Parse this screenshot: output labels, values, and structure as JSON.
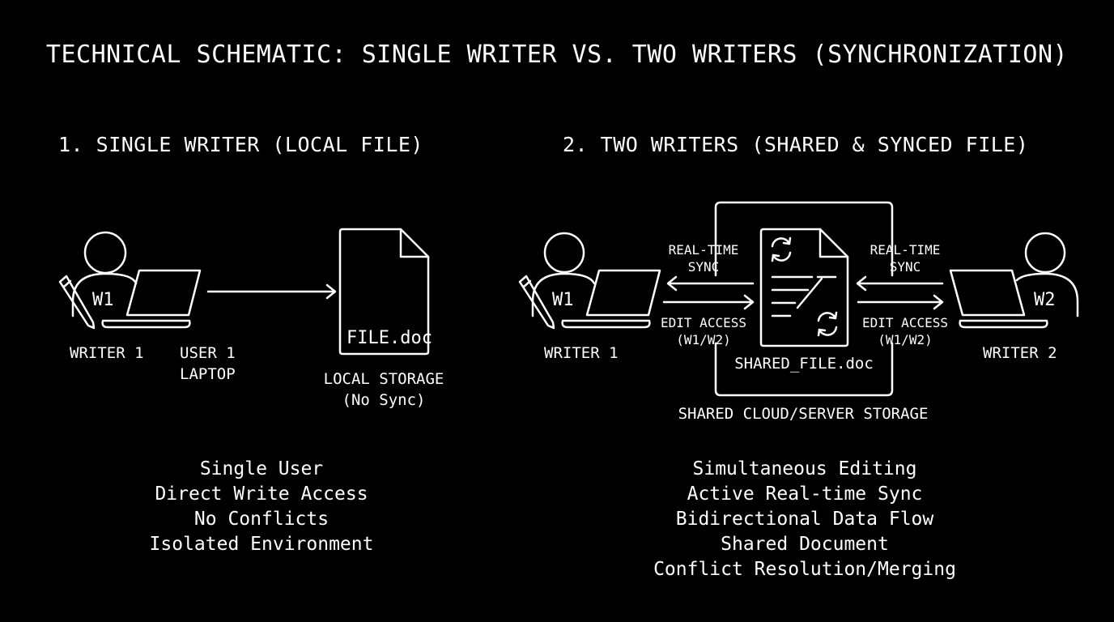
{
  "title": "TECHNICAL SCHEMATIC: SINGLE WRITER VS. TWO WRITERS (SYNCHRONIZATION)",
  "left": {
    "heading": "1. SINGLE WRITER (LOCAL FILE)",
    "writer_badge": "W1",
    "writer_label": "WRITER 1",
    "laptop_label_line1": "USER 1",
    "laptop_label_line2": "LAPTOP",
    "file_name": "FILE.doc",
    "storage_line1": "LOCAL STORAGE",
    "storage_line2": "(No Sync)",
    "features": [
      "Single User",
      "Direct Write Access",
      "No Conflicts",
      "Isolated Environment"
    ]
  },
  "right": {
    "heading": "2. TWO WRITERS (SHARED & SYNCED FILE)",
    "writer1_badge": "W1",
    "writer1_label": "WRITER 1",
    "writer2_badge": "W2",
    "writer2_label": "WRITER 2",
    "sync_left_line1": "REAL-TIME",
    "sync_left_line2": "SYNC",
    "sync_right_line1": "REAL-TIME",
    "sync_right_line2": "SYNC",
    "edit_left_line1": "EDIT ACCESS",
    "edit_left_line2": "(W1/W2)",
    "edit_right_line1": "EDIT ACCESS",
    "edit_right_line2": "(W1/W2)",
    "file_name": "SHARED_FILE.doc",
    "storage_label": "SHARED CLOUD/SERVER STORAGE",
    "features": [
      "Simultaneous Editing",
      "Active Real-time Sync",
      "Bidirectional Data Flow",
      "Shared Document",
      "Conflict Resolution/Merging"
    ]
  }
}
